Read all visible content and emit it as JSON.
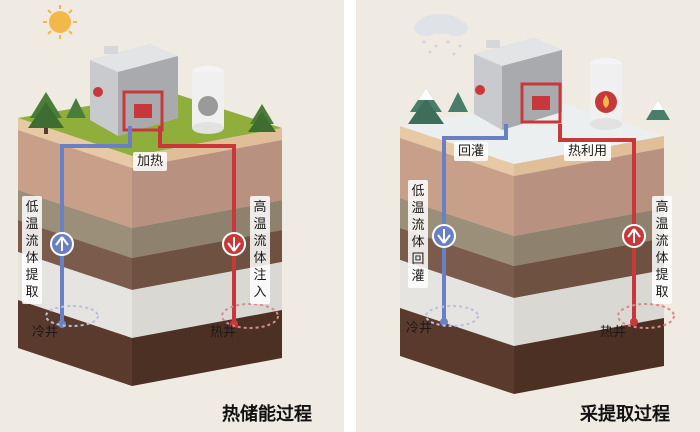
{
  "left_panel": {
    "caption": "热储能过程",
    "heat_label": "加热",
    "cold_flow_label": "低温流体提取",
    "hot_flow_label": "高温流体注入",
    "cold_well": "冷井",
    "hot_well": "热井"
  },
  "right_panel": {
    "caption": "采提取过程",
    "recharge_label": "回灌",
    "heat_use_label": "热利用",
    "cold_flow_label": "低温流体回灌",
    "hot_flow_label": "高温流体提取",
    "cold_well": "冷井",
    "hot_well": "热井"
  },
  "colors": {
    "cold_pipe": "#6a80c4",
    "hot_pipe": "#c8383a",
    "background": "#efebe3"
  }
}
